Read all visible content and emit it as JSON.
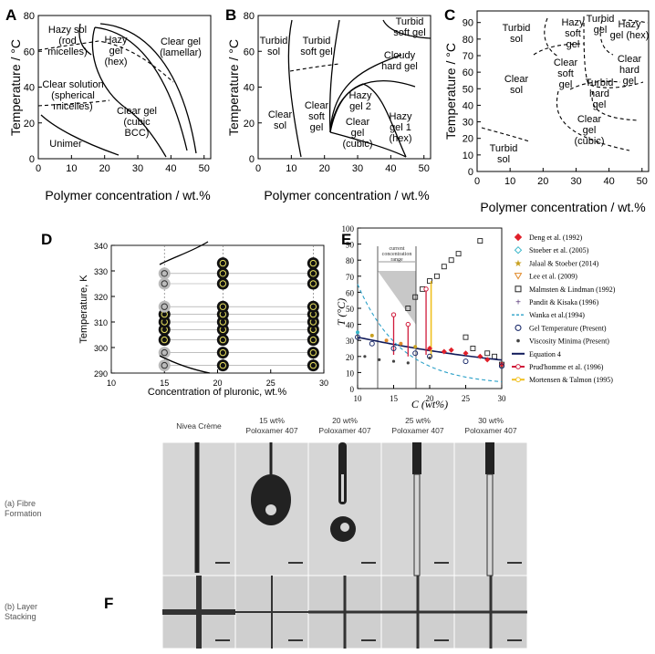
{
  "panels": {
    "A": {
      "letter": "A",
      "xlabel": "Polymer concentration / wt.%",
      "ylabel": "Temperature / °C",
      "xticks": [
        "0",
        "10",
        "20",
        "30",
        "40",
        "50"
      ],
      "yticks": [
        "0",
        "20",
        "40",
        "60",
        "80"
      ],
      "regions": [
        {
          "lines": [
            "Hazy sol",
            "(rod",
            "micelles)"
          ]
        },
        {
          "lines": [
            "Hazy",
            "gel",
            "(hex)"
          ]
        },
        {
          "lines": [
            "Clear gel",
            "(lamellar)"
          ]
        },
        {
          "lines": [
            "Clear solution",
            "(spherical",
            "micelles)"
          ]
        },
        {
          "lines": [
            "Clear gel",
            "(cubic",
            "BCC)"
          ]
        },
        {
          "lines": [
            "Unimer"
          ]
        }
      ]
    },
    "B": {
      "letter": "B",
      "xlabel": "Polymer concentration / wt.%",
      "ylabel": "Temperature / °C",
      "xticks": [
        "0",
        "10",
        "20",
        "30",
        "40",
        "50"
      ],
      "yticks": [
        "0",
        "20",
        "40",
        "60",
        "80"
      ],
      "regions": [
        {
          "lines": [
            "Turbid",
            "soft gel"
          ]
        },
        {
          "lines": [
            "Turbid",
            "sol"
          ]
        },
        {
          "lines": [
            "Turbid",
            "soft gel"
          ]
        },
        {
          "lines": [
            "Cloudy",
            "hard gel"
          ]
        },
        {
          "lines": [
            "Hazy",
            "gel 2"
          ]
        },
        {
          "lines": [
            "Clear",
            "soft",
            "gel"
          ]
        },
        {
          "lines": [
            "Clear",
            "gel",
            "(cubic)"
          ]
        },
        {
          "lines": [
            "Hazy",
            "gel 1",
            "(hex)"
          ]
        },
        {
          "lines": [
            "Clear",
            "sol"
          ]
        }
      ]
    },
    "C": {
      "letter": "C",
      "xlabel": "Polymer concentration / wt.%",
      "ylabel": "Temperature / °C",
      "xticks": [
        "0",
        "10",
        "20",
        "30",
        "40",
        "50"
      ],
      "yticks": [
        "0",
        "10",
        "20",
        "30",
        "40",
        "50",
        "60",
        "70",
        "80",
        "90"
      ],
      "regions": [
        {
          "lines": [
            "Turbid",
            "sol"
          ]
        },
        {
          "lines": [
            "Hazy",
            "soft",
            "gel"
          ]
        },
        {
          "lines": [
            "Turbid",
            "gel"
          ]
        },
        {
          "lines": [
            "Hazy",
            "gel (hex)"
          ]
        },
        {
          "lines": [
            "Clear",
            "soft",
            "gel"
          ]
        },
        {
          "lines": [
            "Clear",
            "hard",
            "gel"
          ]
        },
        {
          "lines": [
            "Clear",
            "sol"
          ]
        },
        {
          "lines": [
            "Turbid",
            "hard",
            "gel"
          ]
        },
        {
          "lines": [
            "Clear",
            "gel",
            "(cubic)"
          ]
        },
        {
          "lines": [
            "Turbid",
            "sol"
          ]
        }
      ]
    },
    "D": {
      "letter": "D",
      "xlabel": "Concentration of pluronic, wt.%",
      "ylabel": "Temperature, K",
      "xticks": [
        "10",
        "15",
        "20",
        "25",
        "30"
      ],
      "yticks": [
        "290",
        "300",
        "310",
        "320",
        "330",
        "340"
      ]
    },
    "E": {
      "letter": "E",
      "ylabel": "T (°C)",
      "xlabel": "C (wt%)",
      "xticks": [
        "10",
        "15",
        "20",
        "25",
        "30"
      ],
      "yticks": [
        "0",
        "10",
        "20",
        "30",
        "40",
        "50",
        "60",
        "70",
        "80",
        "90",
        "100"
      ],
      "annotation": [
        "current",
        "concentration",
        "range"
      ],
      "legend": [
        {
          "label": "Deng et al. (1992)",
          "color": "#e0202a",
          "marker": "diamond"
        },
        {
          "label": "Stoeber et al. (2005)",
          "color": "#35b5c8",
          "marker": "diamond-open"
        },
        {
          "label": "Jalaal & Stoeber (2014)",
          "color": "#c8a020",
          "marker": "star"
        },
        {
          "label": "Lee et al. (2009)",
          "color": "#e08a2a",
          "marker": "triangle-down"
        },
        {
          "label": "Malmsten & Lindman (1992)",
          "color": "#222222",
          "marker": "square-open"
        },
        {
          "label": "Pandit & Kisaka (1996)",
          "color": "#5a3a7a",
          "marker": "plus"
        },
        {
          "label": "Wanka et al.(1994)",
          "color": "#2aa0c8",
          "marker": "dash"
        },
        {
          "label": "Gel Temperature (Present)",
          "color": "#1a2a6a",
          "marker": "circle-open"
        },
        {
          "label": "Viscosity Minima (Present)",
          "color": "#444444",
          "marker": "dot"
        },
        {
          "label": "Equation 4",
          "color": "#101a5a",
          "marker": "line"
        },
        {
          "label": "Prud'homme et al. (1996)",
          "color": "#d01a3a",
          "marker": "line-circle"
        },
        {
          "label": "Mortensen & Talmon (1995)",
          "color": "#f0c020",
          "marker": "line-circle"
        }
      ]
    },
    "F": {
      "letter": "F",
      "columns": [
        [
          "Nivea Crème"
        ],
        [
          "15 wt%",
          "Poloxamer 407"
        ],
        [
          "20 wt%",
          "Poloxamer 407"
        ],
        [
          "25 wt%",
          "Poloxamer 407"
        ],
        [
          "30 wt%",
          "Poloxamer 407"
        ]
      ],
      "rows": [
        [
          "(a) Fibre",
          "Formation"
        ],
        [
          "(b) Layer",
          "Stacking"
        ]
      ]
    }
  },
  "chart_data": [
    {
      "type": "line",
      "panel": "D",
      "xlabel": "Concentration of pluronic, wt.%",
      "ylabel": "Temperature, K",
      "xlim": [
        10,
        30
      ],
      "ylim": [
        290,
        340
      ],
      "series": [
        {
          "values": [
            {
              "x": 15,
              "y": [
                293,
                298,
                303,
                307,
                310,
                313,
                316,
                325,
                329
              ]
            },
            {
              "x": 20.5,
              "y": [
                293,
                298,
                303,
                307,
                310,
                313,
                316,
                325,
                329,
                333
              ]
            },
            {
              "x": 29,
              "y": [
                293,
                298,
                303,
                307,
                310,
                313,
                316,
                325,
                329,
                333
              ]
            }
          ]
        }
      ]
    },
    {
      "type": "scatter",
      "panel": "E",
      "xlabel": "C (wt%)",
      "ylabel": "T (°C)",
      "xlim": [
        10,
        30
      ],
      "ylim": [
        0,
        100
      ],
      "series": [
        {
          "name": "Malmsten & Lindman (1992)",
          "x": [
            17,
            18,
            19,
            20,
            21,
            22,
            23,
            24,
            25,
            26,
            27,
            28,
            29,
            30
          ],
          "y": [
            50,
            57,
            62,
            67,
            70,
            76,
            80,
            84,
            32,
            25,
            92,
            22,
            20,
            15
          ]
        },
        {
          "name": "Equation 4",
          "x": [
            10,
            15,
            20,
            25,
            30
          ],
          "y": [
            32,
            25,
            20,
            16,
            13
          ]
        },
        {
          "name": "Wanka et al.(1994)",
          "x": [
            10,
            15,
            20,
            25,
            30
          ],
          "y": [
            63,
            30,
            18,
            10,
            4
          ]
        }
      ]
    }
  ]
}
